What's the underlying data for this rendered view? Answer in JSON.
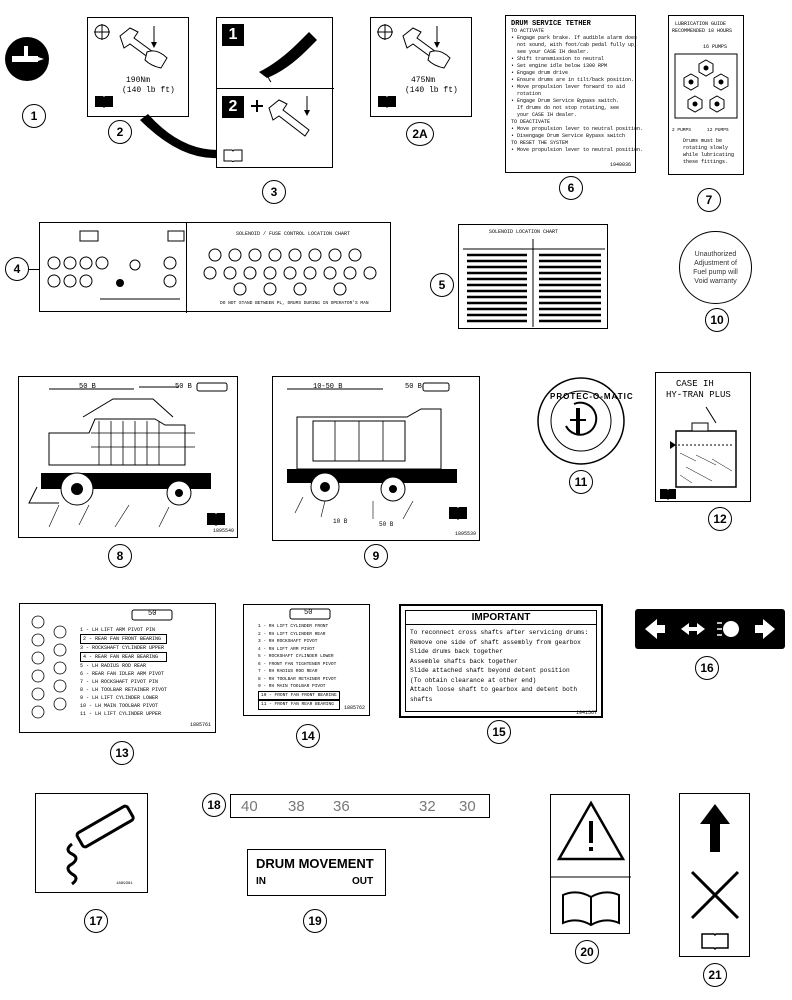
{
  "callouts": [
    "1",
    "2",
    "2A",
    "3",
    "4",
    "5",
    "6",
    "7",
    "8",
    "9",
    "10",
    "11",
    "12",
    "13",
    "14",
    "15",
    "16",
    "17",
    "18",
    "19",
    "20",
    "21"
  ],
  "decal2": {
    "line1": "190Nm",
    "line2": "(140 lb ft)"
  },
  "decal2a": {
    "line1": "475Nm",
    "line2": "(140 lb ft)"
  },
  "decal3": {
    "step1": "1",
    "step2": "2"
  },
  "decal6": {
    "title": "DRUM SERVICE TETHER",
    "lines": [
      "TO ACTIVATE",
      "• Engage park brake. If audible alarm does",
      "  not sound, with foot/cab pedal fully up,",
      "  see your CASE IH dealer.",
      "• Shift transmission to neutral",
      "• Set engine idle below 1300 RPM",
      "• Engage drum drive",
      "• Ensure drums are in tilt/back position.",
      "• Move propulsion lever forward to aid",
      "  rotation",
      "• Engage Drum Service Bypass switch.",
      "  If drums do not stop rotating, see",
      "  your CASE IH dealer.",
      "TO DEACTIVATE",
      "• Move propulsion lever to neutral position.",
      "• Disengage Drum Service Bypass switch",
      "TO RESET THE SYSTEM",
      "• Move propulsion lever to neutral position."
    ],
    "code": "1940036"
  },
  "decal7": {
    "title": "LUBRICATION GUIDE",
    "subtitle": "RECOMMENDED 10 HOURS",
    "pump_top": "16 PUMPS",
    "pump_left": "2 PUMPS",
    "pump_right": "12 PUMPS",
    "note": [
      "Drums must be",
      "rotating slowly",
      "while lubricating",
      "these fittings."
    ]
  },
  "decal4": {
    "title": "SOLENOID / FUSE CONTROL LOCATION CHART",
    "footer": "DO NOT STAND BETWEEN PL, DRUMS DURING IN OPERATOR'S MAN"
  },
  "decal5": {
    "title": "SOLENOID LOCATION CHART"
  },
  "decal10": {
    "lines": [
      "Unauthorized",
      "Adjustment of",
      "Fuel pump will",
      "Void warranty"
    ]
  },
  "decal8": {
    "left_label": "50 B",
    "right_label": "50 B",
    "code": "1895540"
  },
  "decal9": {
    "left_label": "10-50 B",
    "right_label": "50 B",
    "bottom_left": "10 B",
    "bottom_right": "50 B",
    "code": "1895539"
  },
  "decal11": {
    "brand": "PROTEC-O-MATIC"
  },
  "decal12": {
    "line1": "CASE IH",
    "line2": "HY-TRAN PLUS"
  },
  "decal13": {
    "label": "50",
    "items": [
      "1 - LH LIFT ARM PIVOT PIN",
      "2 - REAR FAN FRONT BEARING",
      "3 - ROCKSHAFT CYLINDER UPPER",
      "4 - REAR FAN REAR BEARING",
      "5 - LH RADIUS ROD REAR",
      "6 - REAR FAN IDLER ARM PIVOT",
      "7 - LH ROCKSHAFT PIVOT PIN",
      "8 - LH TOOLBAR RETAINER PIVOT",
      "9 - LH LIFT CYLINDER LOWER",
      "10 - LH MAIN TOOLBAR PIVOT",
      "11 - LH LIFT CYLINDER UPPER"
    ],
    "code": "1885761"
  },
  "decal14": {
    "label": "50",
    "items": [
      "1 - RH LIFT CYLINDER FRONT",
      "2 - RH LIFT CYLINDER REAR",
      "3 - RH ROCKSHAFT PIVOT",
      "4 - RH LIFT ARM PIVOT",
      "5 - ROCKSHAFT CYLINDER LOWER",
      "6 - FRONT FAN TIGHTENER PIVOT",
      "7 - RH RADIUS ROD REAR",
      "8 - RH TOOLBAR RETAINER PIVOT",
      "9 - RH MAIN TOOLBAR PIVOT",
      "10 - FRONT FAN FRONT BEARING",
      "11 - FRONT FAN REAR BEARING"
    ],
    "code": "1885762"
  },
  "decal15": {
    "title": "IMPORTANT",
    "lines": [
      "To reconnect cross shafts after servicing drums:",
      "Remove one side of shaft assembly from gearbox",
      "Slide drums back together",
      "Assemble shafts back together",
      "Slide attached shaft beyond detent position",
      "(To obtain clearance at other end)",
      "Attach loose shaft to gearbox and detent both",
      "shafts"
    ],
    "code": "1941567"
  },
  "decal18": {
    "numbers": [
      "40",
      "38",
      "36",
      "32",
      "30"
    ]
  },
  "decal19": {
    "title": "DRUM MOVEMENT",
    "left": "IN",
    "right": "OUT"
  },
  "decal17": {
    "code": "1889361"
  }
}
